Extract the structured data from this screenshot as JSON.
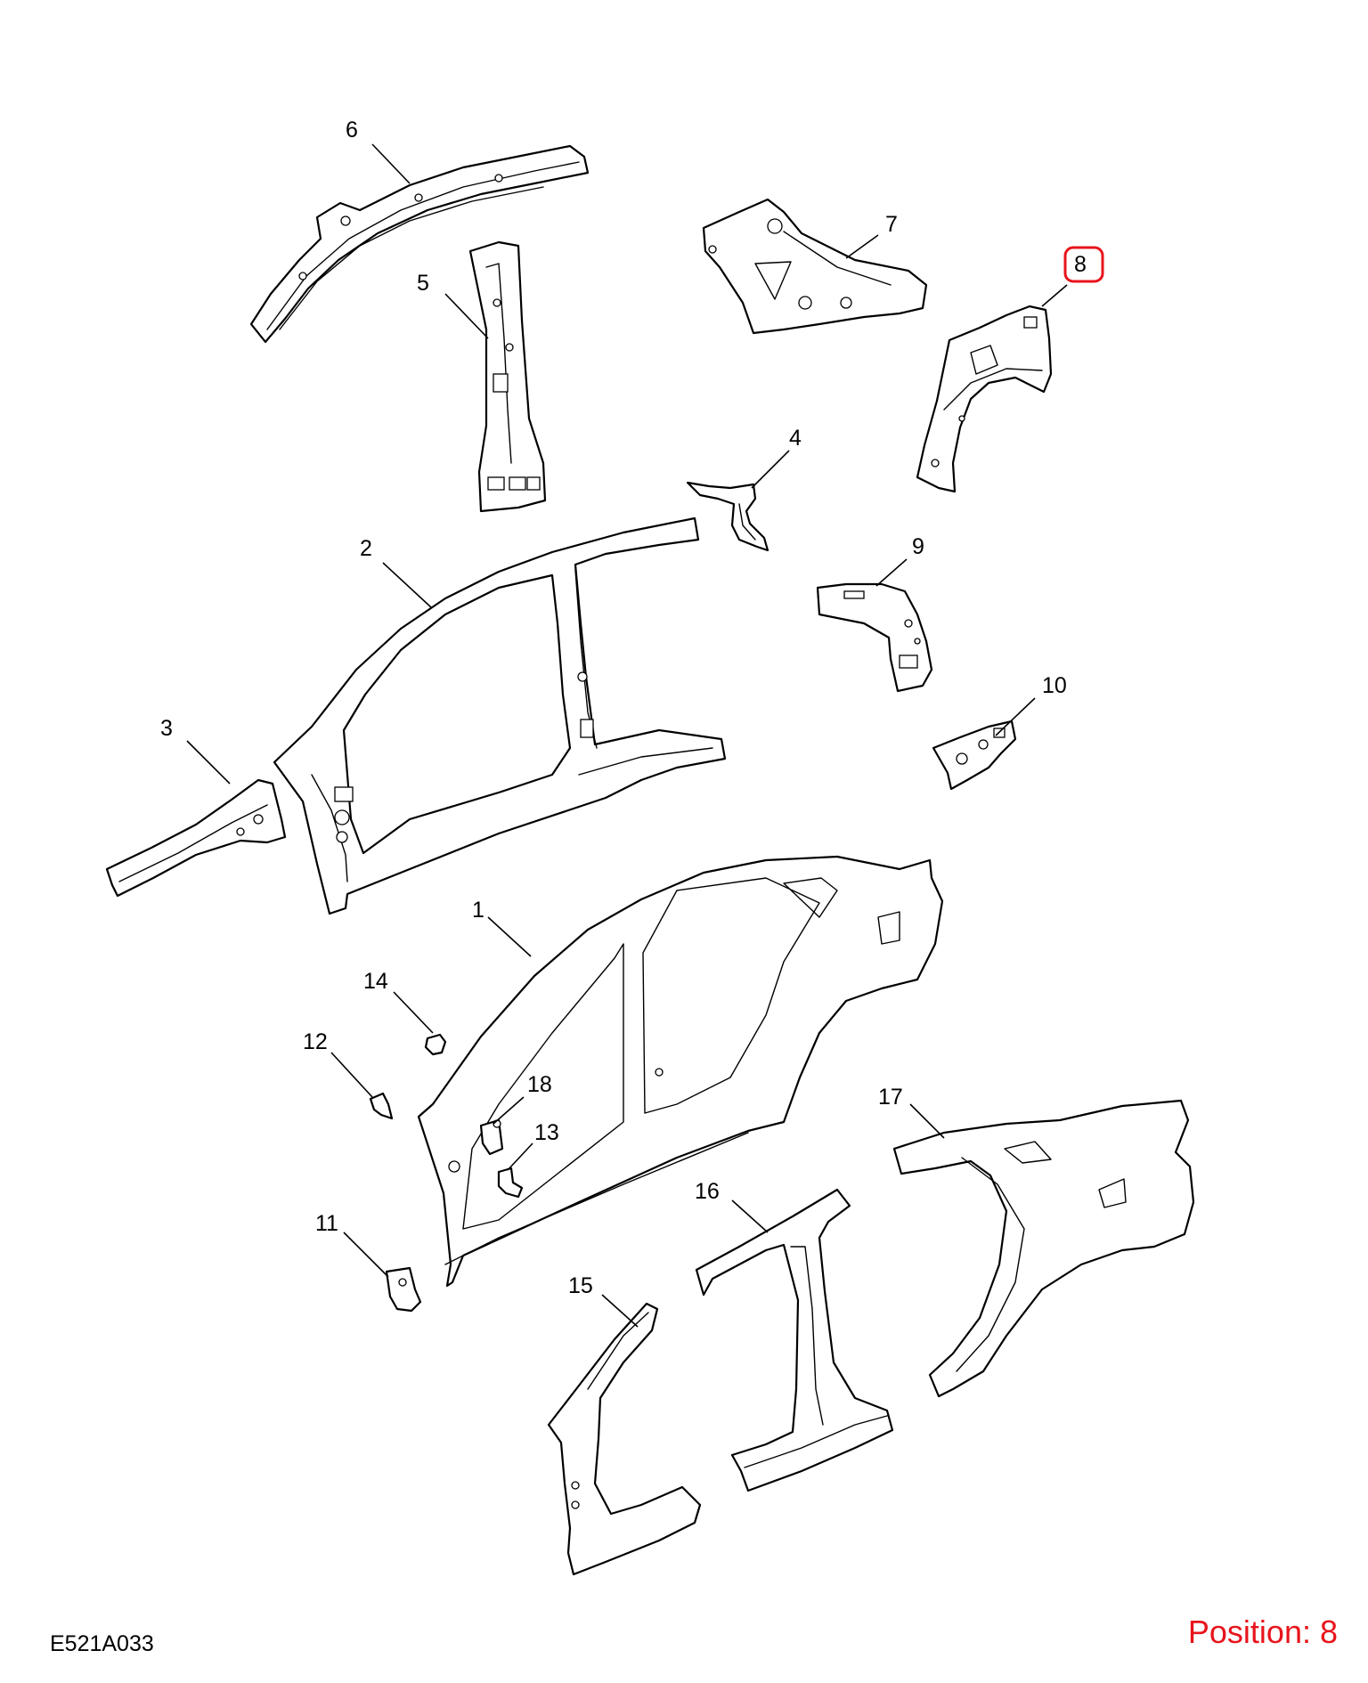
{
  "diagram": {
    "drawing_code": "E521A033",
    "position_label": "Position: 8",
    "highlight_color": "#e8141b",
    "selected_part": "8",
    "callouts": [
      "1",
      "2",
      "3",
      "4",
      "5",
      "6",
      "7",
      "8",
      "9",
      "10",
      "11",
      "12",
      "13",
      "14",
      "15",
      "16",
      "17",
      "18"
    ]
  }
}
